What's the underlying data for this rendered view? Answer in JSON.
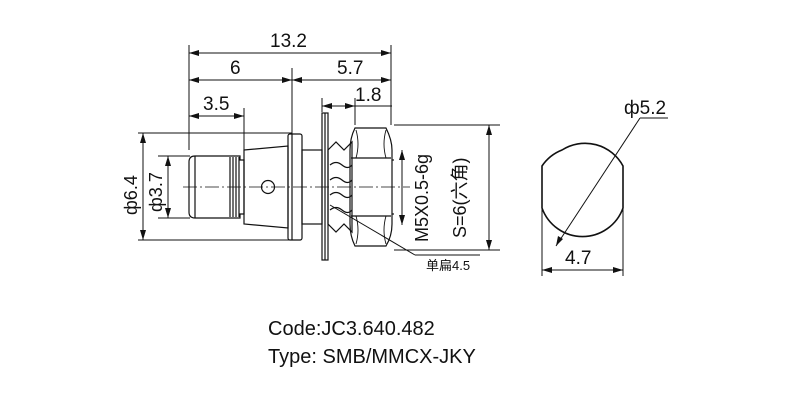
{
  "dimensions": {
    "total_length": "13.2",
    "left_length": "6",
    "right_length": "5.7",
    "short_length": "3.5",
    "nut_length": "1.8",
    "outer_dia": "ф6.4",
    "inner_dia": "ф3.7",
    "thread": "M5X0.5-6g",
    "hex": "S=6(六角)",
    "flat": "单扁4.5",
    "end_dia": "ф5.2",
    "end_flat": "4.7"
  },
  "caption": {
    "code": "Code:JC3.640.482",
    "type": "Type: SMB/MMCX-JKY"
  }
}
